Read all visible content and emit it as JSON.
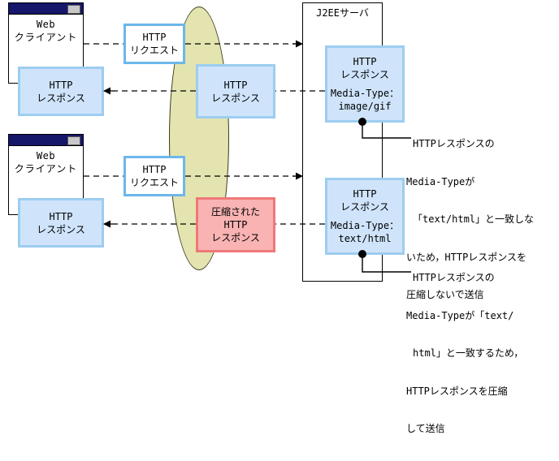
{
  "diagram": {
    "title": "HTTP response compression flow",
    "colors": {
      "msgbox_fill": "#cfe4fb",
      "msgbox_border": "#9dcdf0",
      "msgbox_white_border": "#6cb7ea",
      "pink_fill": "#f9b3b3",
      "pink_border": "#ef7878",
      "ellipse_fill": "#e4e4b0",
      "titlebar": "#16166b",
      "line": "#000000"
    }
  },
  "clients": [
    {
      "name": "web-client-top",
      "line1": "Web",
      "line2": "クライアント",
      "response_line1": "HTTP",
      "response_line2": "レスポンス"
    },
    {
      "name": "web-client-bottom",
      "line1": "Web",
      "line2": "クライアント",
      "response_line1": "HTTP",
      "response_line2": "レスポンス"
    }
  ],
  "requests": [
    {
      "line1": "HTTP",
      "line2": "リクエスト"
    },
    {
      "line1": "HTTP",
      "line2": "リクエスト"
    }
  ],
  "network_messages": [
    {
      "kind": "plain",
      "line1": "HTTP",
      "line2": "レスポンス"
    },
    {
      "kind": "compressed",
      "line1": "圧縮された",
      "line2": "HTTP",
      "line3": "レスポンス"
    }
  ],
  "server": {
    "title": "J2EEサーバ",
    "responses": [
      {
        "line1": "HTTP",
        "line2": "レスポンス",
        "media_type_label": "Media-Type：",
        "media_type_value": "image/gif"
      },
      {
        "line1": "HTTP",
        "line2": "レスポンス",
        "media_type_label": "Media-Type：",
        "media_type_value": "text/html"
      }
    ]
  },
  "annotations": [
    {
      "name": "annotation-no-compress",
      "lines": [
        "HTTPレスポンスの",
        "Media-Typeが",
        "「text/html」と一致しな",
        "いため，HTTPレスポンスを",
        "圧縮しないで送信"
      ]
    },
    {
      "name": "annotation-compress",
      "lines": [
        "HTTPレスポンスの",
        "Media-Typeが「text/",
        "html」と一致するため，",
        "HTTPレスポンスを圧縮",
        "して送信"
      ]
    }
  ]
}
